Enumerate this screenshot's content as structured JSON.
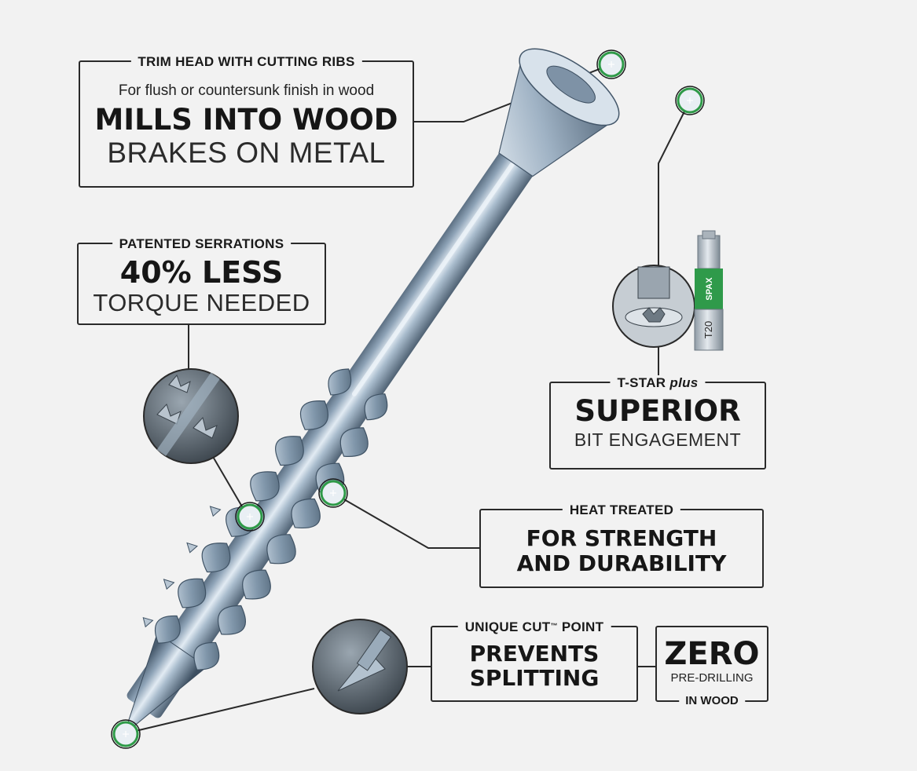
{
  "callouts": {
    "trim_head": {
      "label": "TRIM HEAD WITH CUTTING RIBS",
      "subtitle": "For flush or countersunk finish in wood",
      "headline": "MILLS INTO WOOD",
      "tagline": "BRAKES ON METAL"
    },
    "serrations": {
      "label": "PATENTED SERRATIONS",
      "headline": "40% LESS",
      "tagline": "TORQUE NEEDED"
    },
    "tstar": {
      "label_main": "T-STAR ",
      "label_emphasis": "plus",
      "headline": "SUPERIOR",
      "tagline": "BIT ENGAGEMENT"
    },
    "heat": {
      "label": "HEAT TREATED",
      "line1": "FOR STRENGTH",
      "line2": "AND DURABILITY"
    },
    "cut_point": {
      "label_main": "UNIQUE CUT",
      "label_tm": "™",
      "label_end": " POINT",
      "line1": "PREVENTS",
      "line2": "SPLITTING"
    },
    "zero": {
      "headline": "ZERO",
      "sub": "PRE-DRILLING",
      "label_bottom": "IN WOOD"
    }
  },
  "bit": {
    "brand": "SPAX",
    "size": "T20"
  },
  "colors": {
    "background": "#f2f2f2",
    "border": "#2a2a2a",
    "text": "#1a1a1a",
    "marker_ring": "#2e9a48",
    "bit_band": "#2f9a4a",
    "steel_dark": "#5d7287",
    "steel_light": "#dfe8f0"
  }
}
